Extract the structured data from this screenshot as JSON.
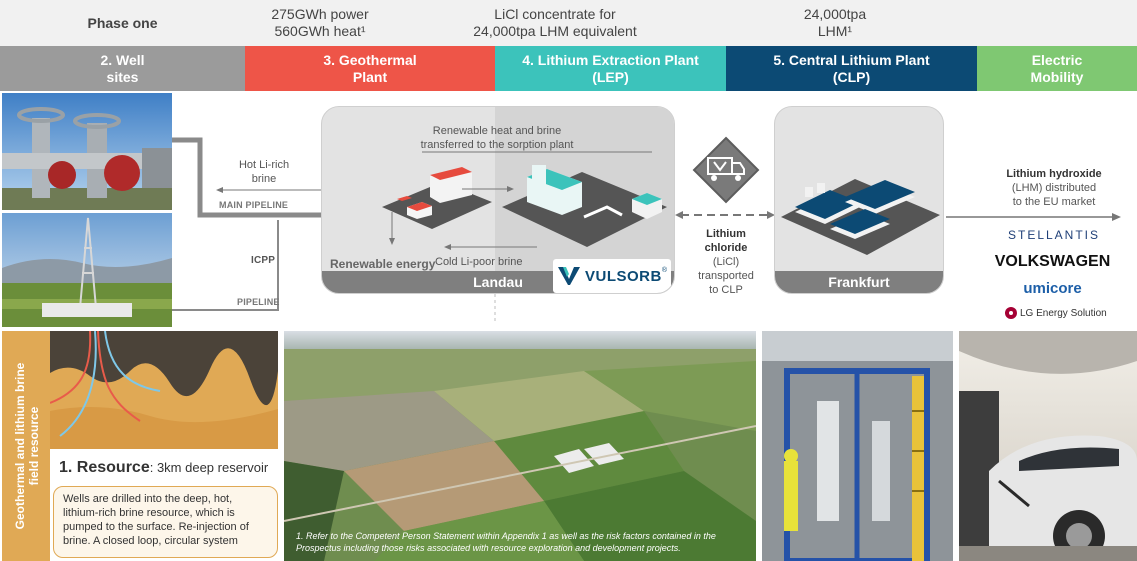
{
  "top": {
    "phase": "Phase one",
    "power_line1": "275GWh power",
    "power_line2": "560GWh heat¹",
    "licl_line1": "LiCl concentrate for",
    "licl_line2": "24,000tpa LHM equivalent",
    "lhm_line1": "24,000tpa",
    "lhm_line2": "LHM¹"
  },
  "header": {
    "well_l1": "2. Well",
    "well_l2": "sites",
    "geo_l1": "3. Geothermal",
    "geo_l2": "Plant",
    "lep_l1": "4. Lithium Extraction Plant",
    "lep_l2": "(LEP)",
    "clp_l1": "5. Central Lithium Plant",
    "clp_l2": "(CLP)",
    "em_l1": "Electric",
    "em_l2": "Mobility"
  },
  "flow": {
    "hot_l1": "Hot Li-rich",
    "hot_l2": "brine",
    "main_pipeline": "MAIN PIPELINE",
    "icpp": "ICPP",
    "pipeline": "PIPELINE",
    "renewable_l1": "Renewable heat and brine",
    "renewable_l2": "transferred to the sorption plant",
    "renewable_energy": "Renewable energy",
    "cold_brine": "Cold Li-poor brine",
    "landau": "Landau",
    "vulsorb": "VULSORB",
    "reg": "®",
    "licl_title_l1": "Lithium",
    "licl_title_l2": "chloride",
    "licl_l3": "(LiCl)",
    "licl_l4": "transported",
    "licl_l5": "to CLP",
    "frankfurt": "Frankfurt",
    "lhm_title": "Lithium hydroxide",
    "lhm_l2": "(LHM) distributed",
    "lhm_l3": "to the EU market"
  },
  "brands": {
    "stellantis": "STELLANTIS",
    "volkswagen": "VOLKSWAGEN",
    "umicore": "umicore",
    "lg": "LG Energy Solution"
  },
  "resource": {
    "side_l1": "Geothermal and lithium brine",
    "side_l2": "field resource",
    "title": "1. Resource",
    "subtitle": ": 3km deep reservoir",
    "body": "Wells are drilled into the deep, hot, lithium-rich brine resource, which is pumped to the surface. Re-injection of brine. A closed loop, circular system"
  },
  "footnote": {
    "line1": "1. Refer to the Competent Person Statement within Appendix 1 as well as the risk factors contained in the",
    "line2": "Prospectus including those risks associated with resource exploration and development projects."
  },
  "colors": {
    "gray": "#9b9b9b",
    "red": "#ee5548",
    "teal": "#3cc3bb",
    "navy": "#0c4a74",
    "green": "#7fc872",
    "sand": "#e0a955"
  }
}
